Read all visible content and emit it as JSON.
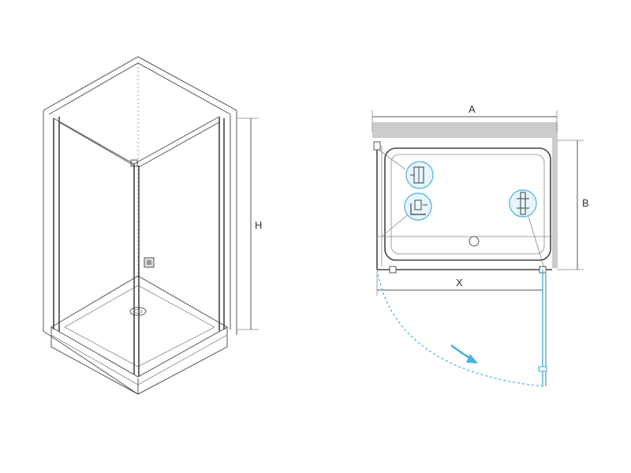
{
  "labels": {
    "height": "H",
    "width": "A",
    "depth": "B",
    "door_opening": "X"
  },
  "colors": {
    "line": "#555555",
    "wall_fill": "#cccccc",
    "door_swing": "#4ab0dc",
    "icon_fill": "#e8f5fb"
  },
  "icons": [
    "wall-profile-icon",
    "corner-bracket-icon",
    "door-handle-icon"
  ]
}
